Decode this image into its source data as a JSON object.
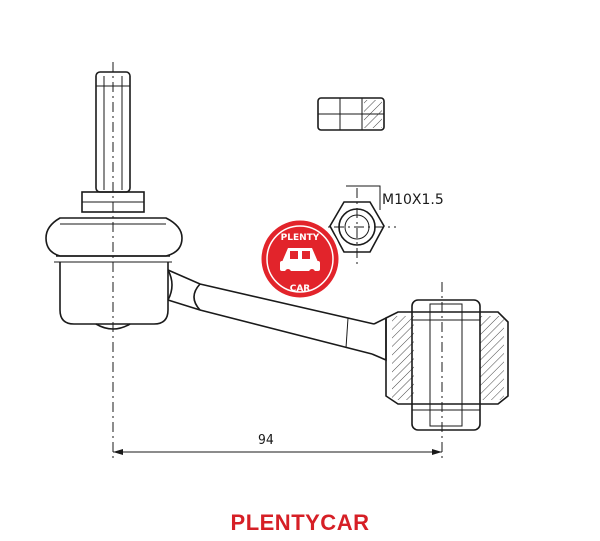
{
  "drawing": {
    "thread_label": "M10X1.5",
    "length_dimension": "94"
  },
  "watermark": {
    "text_top": "PLENTY",
    "text_bottom": "CAR"
  },
  "brand": {
    "name": "PLENTYCAR"
  },
  "colors": {
    "line": "#1a1a1a",
    "watermark_red": "#e2242b",
    "brand_red": "#d61f26"
  }
}
